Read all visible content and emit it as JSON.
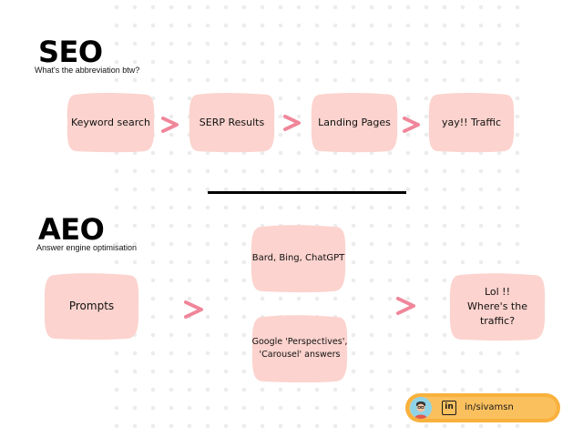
{
  "colors": {
    "box_fill": "#fcd3ce",
    "arrow": "#f0869a",
    "badge": "#f9b13d",
    "dot": "#ececec"
  },
  "seo": {
    "title": "SEO",
    "subtitle": "What's the abbreviation btw?",
    "steps": [
      "Keyword search",
      "SERP Results",
      "Landing Pages",
      "yay!! Traffic"
    ]
  },
  "aeo": {
    "title": "AEO",
    "subtitle": "Answer engine optimisation",
    "prompts": "Prompts",
    "engines": "Bard, Bing, ChatGPT",
    "answers": "Google 'Perspectives',\n'Carousel' answers",
    "result": "Lol !!\nWhere's the traffic?"
  },
  "badge": {
    "linkedin_icon": "in",
    "handle": "in/sivamsn"
  }
}
